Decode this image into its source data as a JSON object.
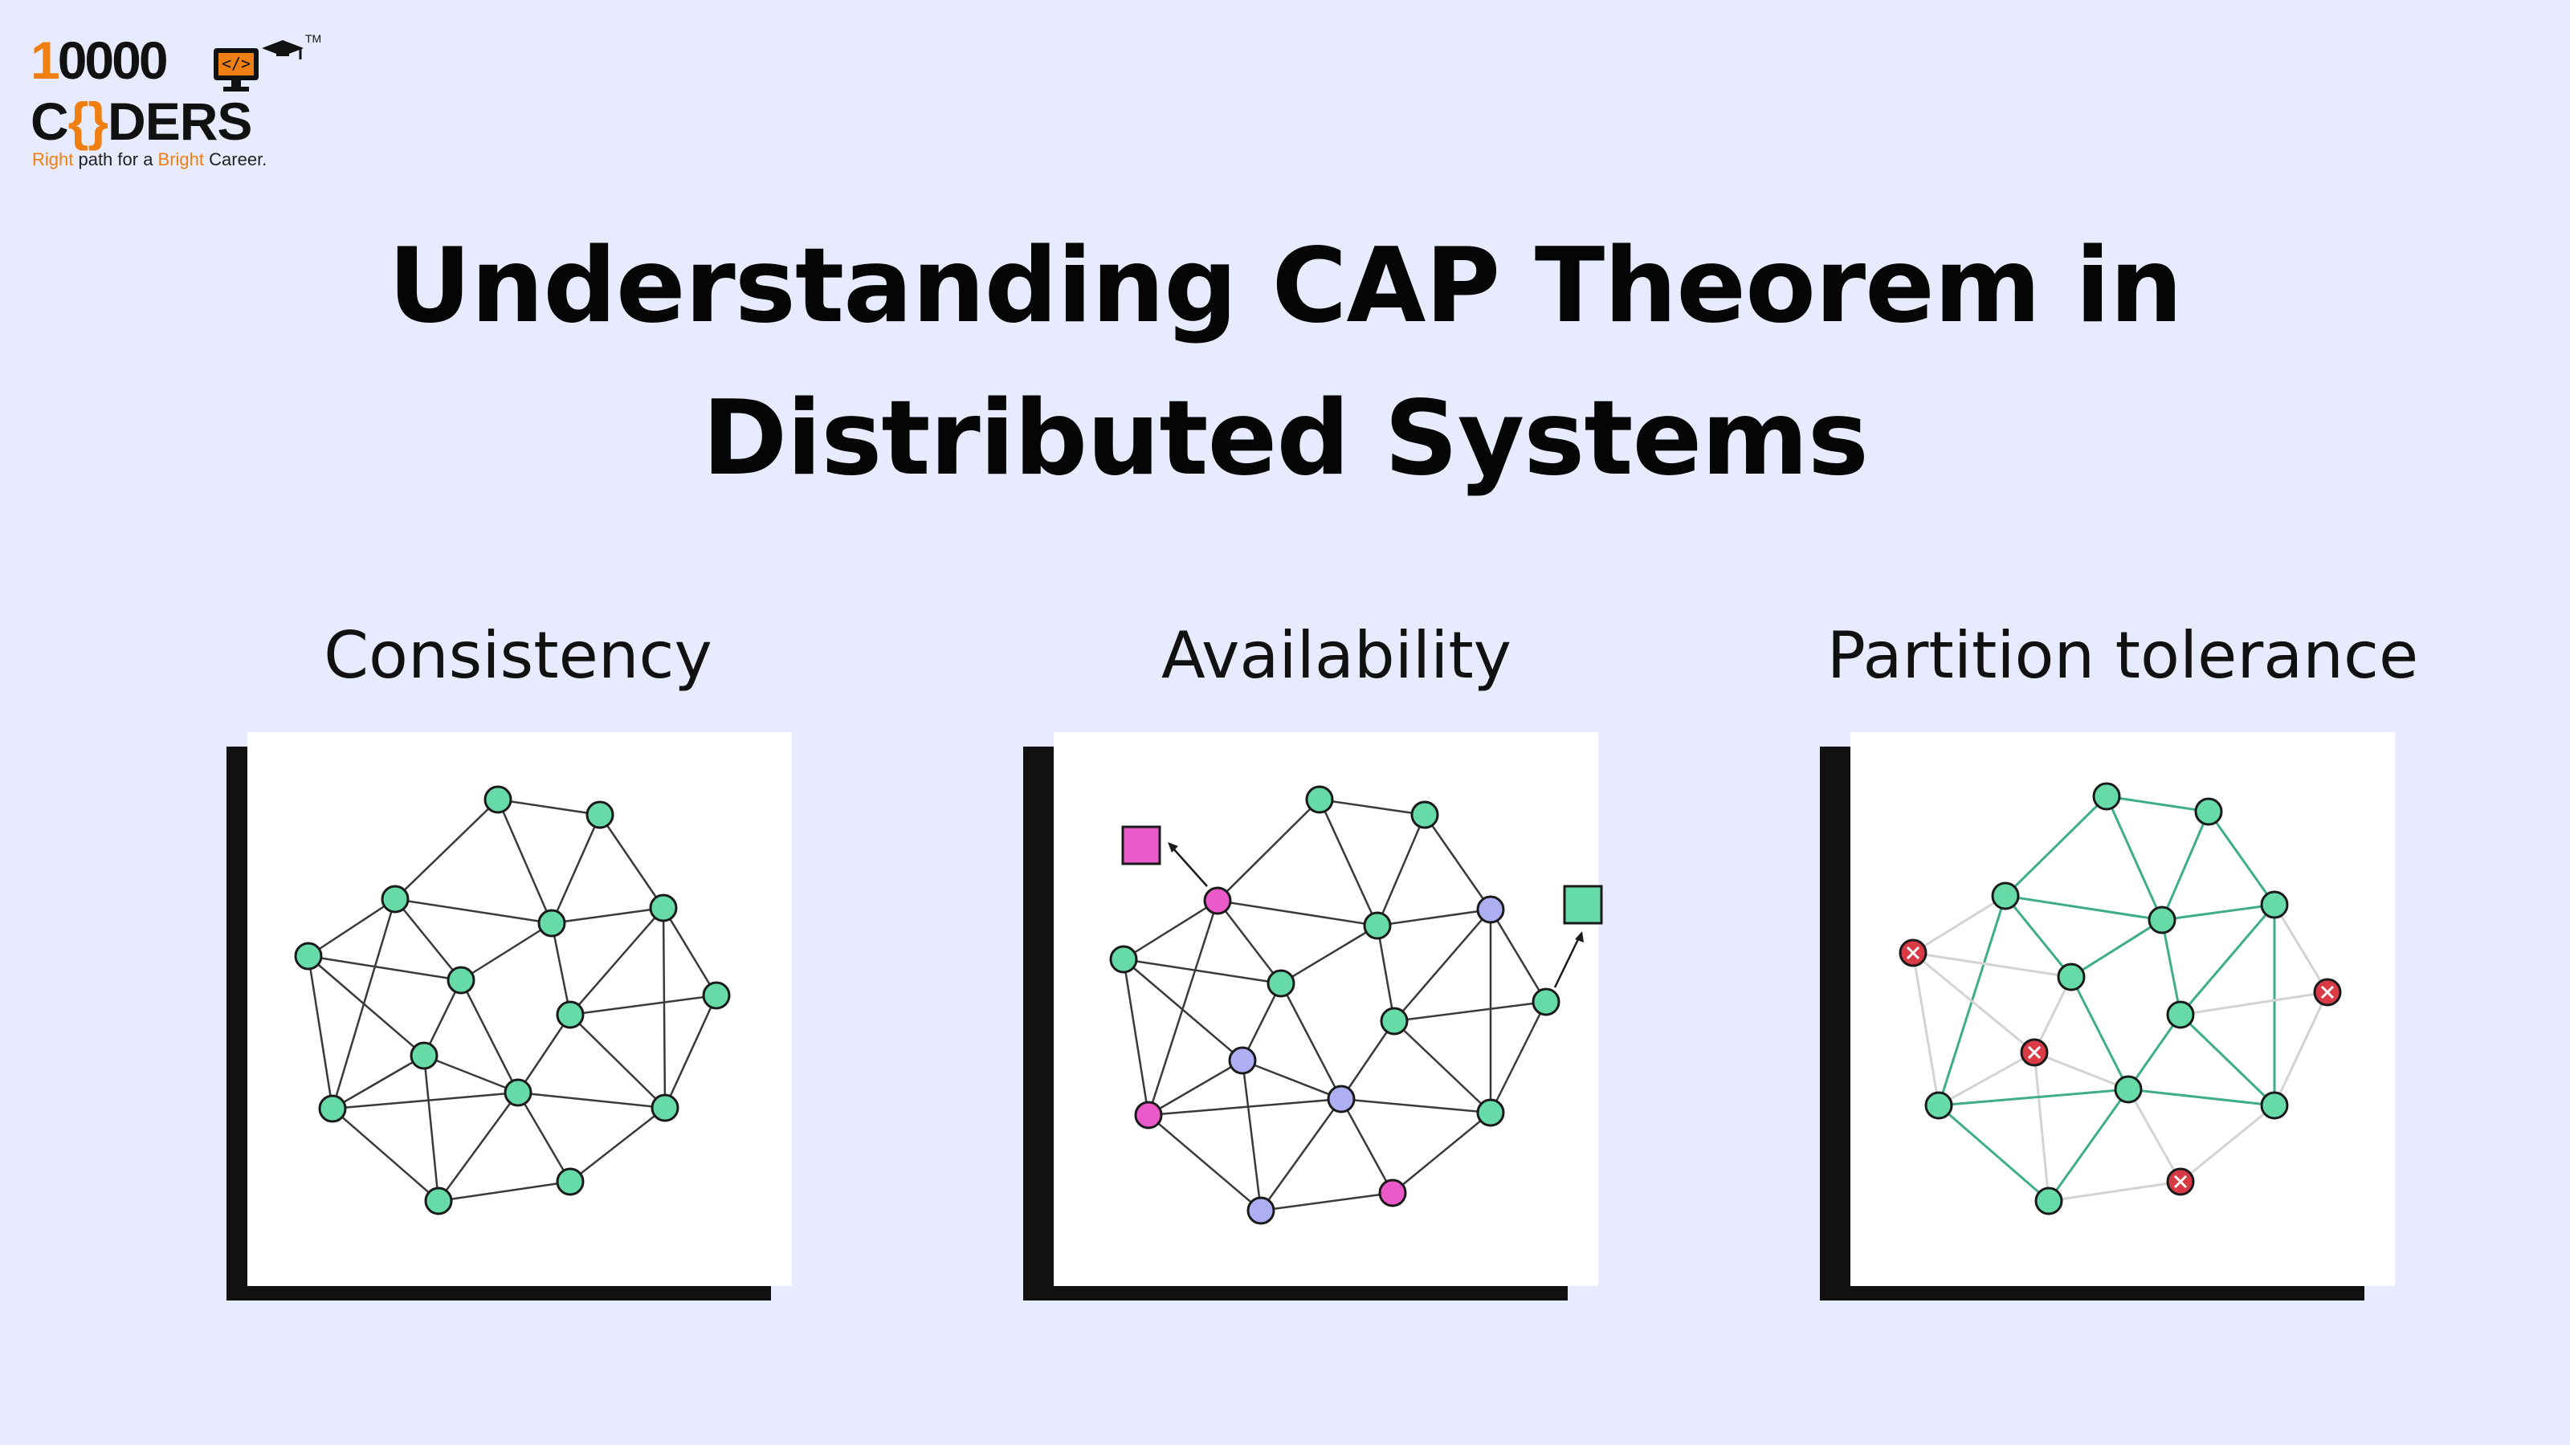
{
  "logo": {
    "line1": "10000",
    "line2_pre": "C",
    "line2_brace": "{}",
    "line2_post": "DERS",
    "tm": "TM",
    "monitor_code": "</>",
    "tag_parts": [
      "Right",
      " path for a ",
      "Bright",
      " Career."
    ]
  },
  "title": {
    "line1": "Understanding CAP Theorem in",
    "line2": "Distributed Systems"
  },
  "panels": [
    {
      "label": "Consistency"
    },
    {
      "label": "Availability"
    },
    {
      "label": "Partition tolerance"
    }
  ],
  "colors": {
    "background": "#e8ebfd",
    "brand_orange": "#f07f12",
    "node_green": "#66dba8",
    "node_pink": "#ea59c8",
    "node_lavender": "#aeaef2",
    "node_red": "#d83a46",
    "edge_dark": "#3a3a3a",
    "edge_green": "#3fae86",
    "edge_gray": "#d3d3d3"
  }
}
